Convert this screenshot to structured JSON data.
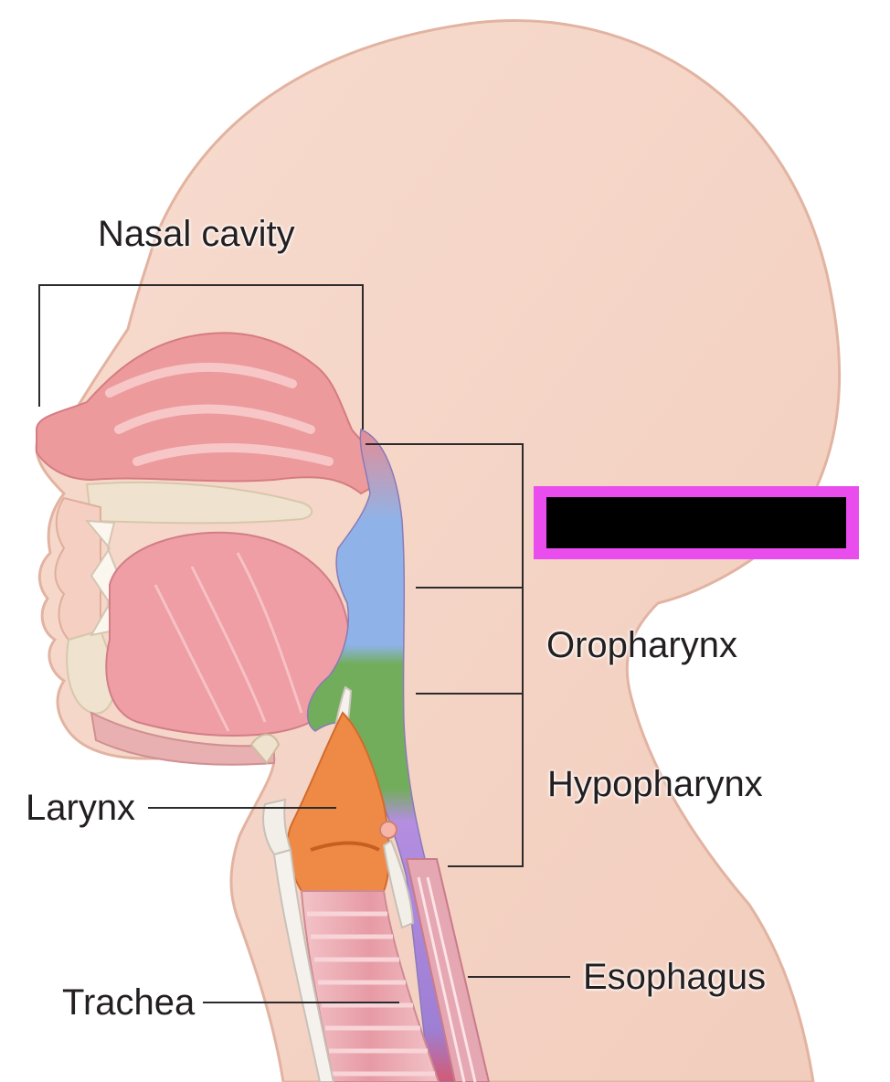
{
  "labels": {
    "nasal_cavity": "Nasal cavity",
    "oropharynx": "Oropharynx",
    "hypopharynx": "Hypopharynx",
    "larynx": "Larynx",
    "trachea": "Trachea",
    "esophagus": "Esophagus"
  },
  "redaction": {
    "frame_color": "#ea4ded",
    "fill_color": "#000000"
  },
  "colors": {
    "skin": "#f5d6c8",
    "skin_outline": "#e3b4a2",
    "nasal_tissue": "#ec9a9c",
    "nasopharynx": "#8fb3e8",
    "oropharynx": "#7ab563",
    "hypopharynx": "#b48ee0",
    "larynx": "#ef8a46",
    "trachea": "#eaa6ae",
    "leader_line": "#2b2b2b"
  }
}
